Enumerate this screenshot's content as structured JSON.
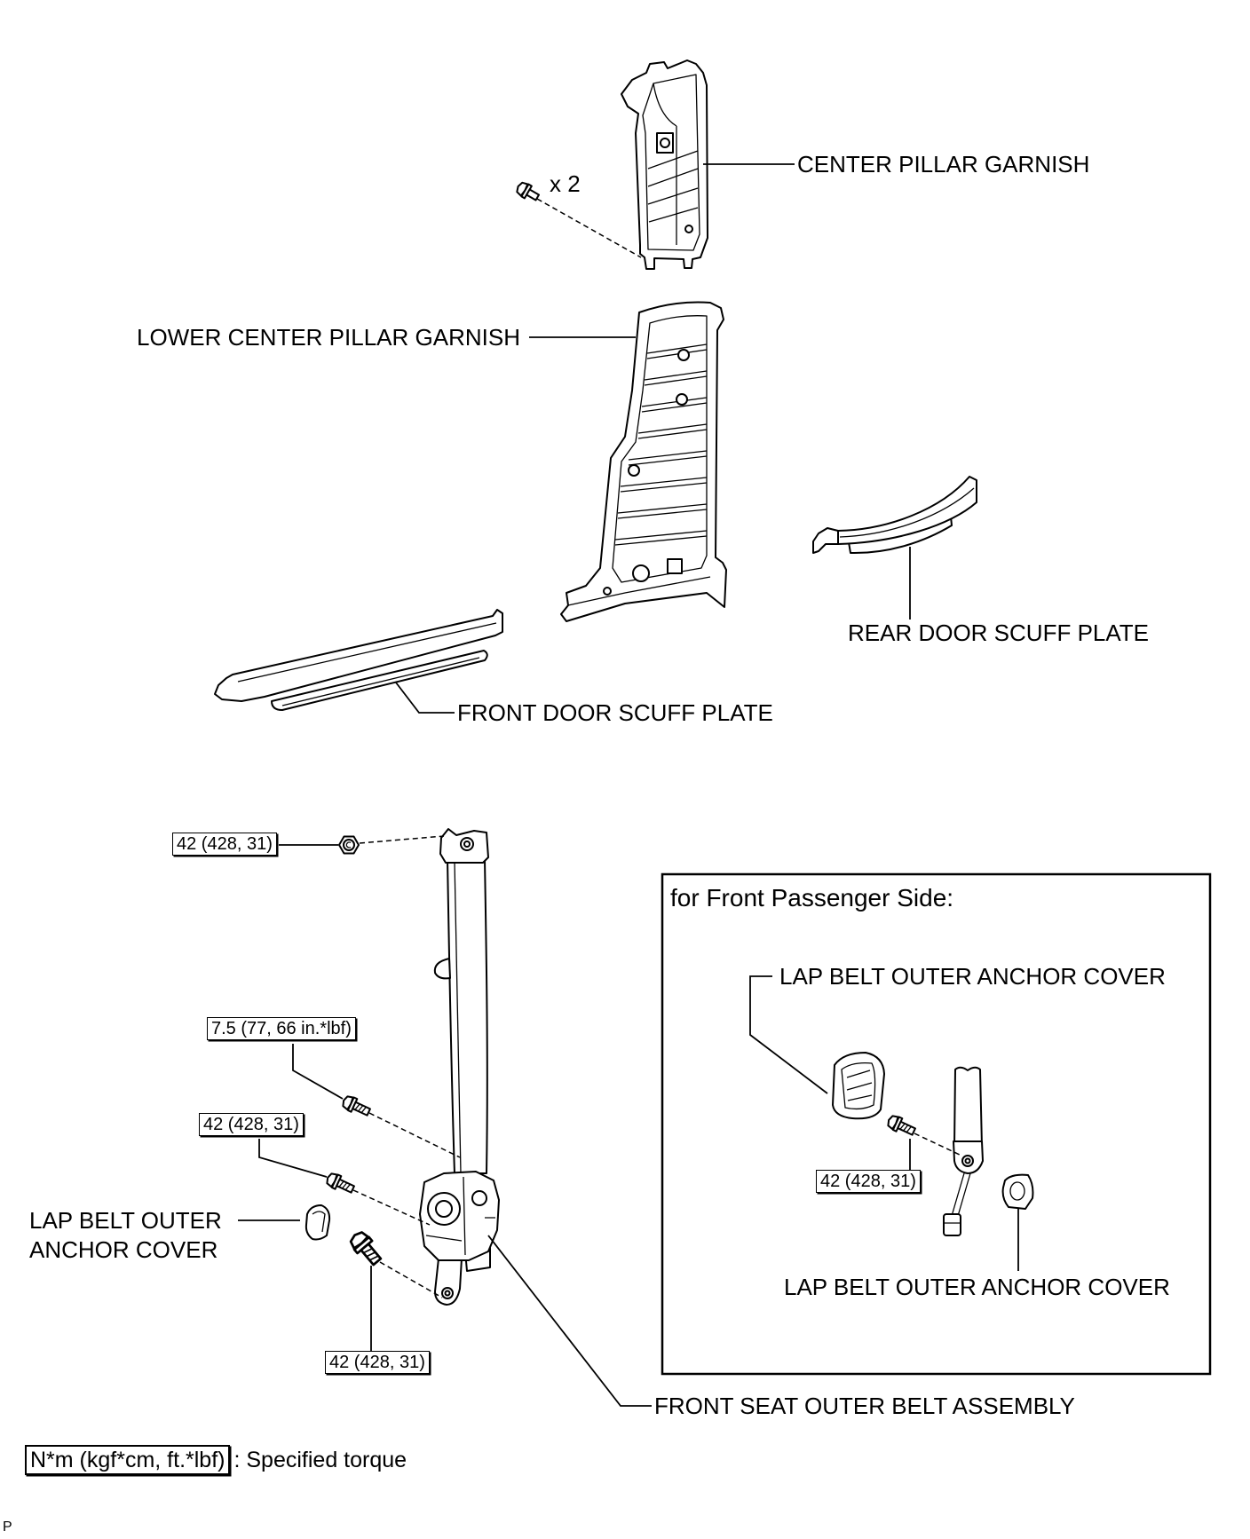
{
  "labels": {
    "center_pillar_garnish": "CENTER PILLAR GARNISH",
    "quantity": "x 2",
    "lower_center_pillar_garnish": "LOWER CENTER PILLAR GARNISH",
    "rear_door_scuff_plate": "REAR DOOR SCUFF PLATE",
    "front_door_scuff_plate": "FRONT DOOR SCUFF PLATE",
    "lap_belt_outer_anchor_cover": [
      "LAP BELT OUTER",
      "ANCHOR COVER"
    ],
    "front_seat_outer_belt_assembly": "FRONT SEAT OUTER BELT ASSEMBLY"
  },
  "torque": {
    "upper_anchor_nut": "42 (428, 31)",
    "shoulder_bolt": "7.5 (77, 66 in.*lbf)",
    "retractor_bolt": "42 (428, 31)",
    "floor_anchor_bolt": "42 (428, 31)"
  },
  "inset": {
    "title": "for Front Passenger Side:",
    "cover_upper": "LAP BELT OUTER ANCHOR COVER",
    "cover_lower": "LAP BELT OUTER ANCHOR COVER",
    "torque": "42 (428, 31)"
  },
  "legend": {
    "unit": "N*m (kgf*cm, ft.*lbf)",
    "description": ": Specified torque"
  },
  "figure_code": "P",
  "colors": {
    "line": "#000000",
    "background": "#ffffff"
  }
}
